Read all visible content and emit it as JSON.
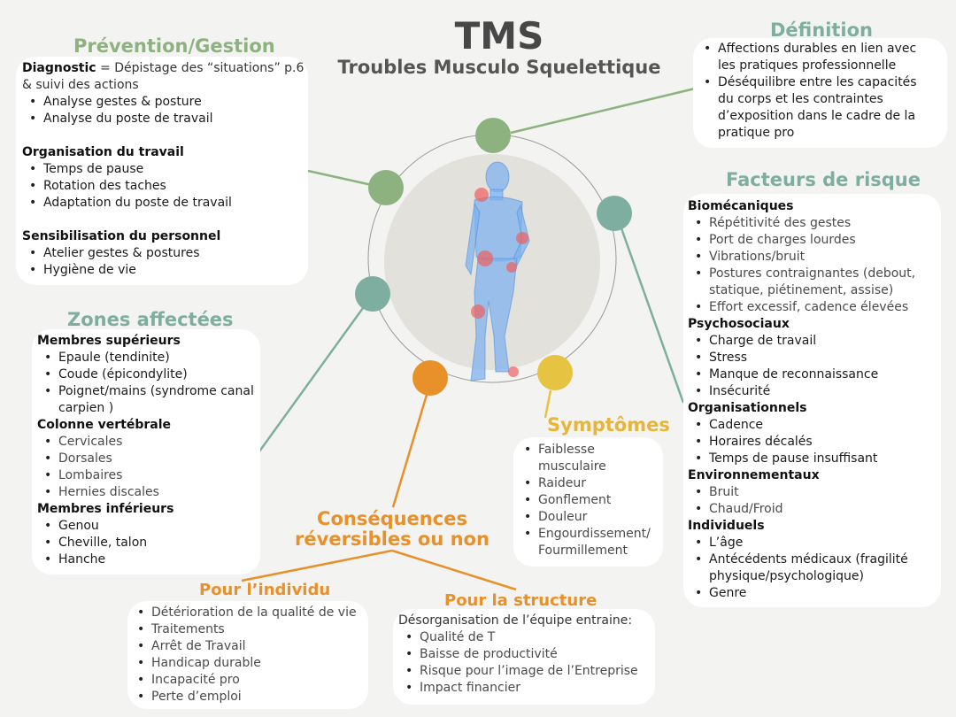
{
  "header": {
    "title": "TMS",
    "subtitle": "Troubles Musculo Squelettique"
  },
  "colors": {
    "green": "#8db27f",
    "teal": "#7eae9f",
    "orange": "#e8902a",
    "yellow": "#e6c340",
    "bg": "#f3f3f2",
    "disk": "#e3e1dc"
  },
  "prevention": {
    "title": "Prévention/Gestion",
    "groups": [
      {
        "heading": "Diagnostic",
        "intro": " = Dépistage des “situations” p.6 & suivi des actions",
        "tone": "dark",
        "items": [
          "Analyse gestes & posture",
          "Analyse du poste de travail"
        ]
      },
      {
        "heading": "Organisation du travail",
        "tone": "dark",
        "items": [
          "Temps de pause",
          "Rotation des taches",
          "Adaptation du poste de travail"
        ]
      },
      {
        "heading": "Sensibilisation du personnel",
        "tone": "dark",
        "items": [
          "Atelier gestes & postures",
          "Hygiène de vie"
        ]
      }
    ]
  },
  "definition": {
    "title": "Définition",
    "groups": [
      {
        "tone": "dark",
        "items": [
          "Affections durables en lien avec les pratiques professionnelle",
          "Déséquilibre entre les capacités du corps et les contraintes d’exposition dans le cadre de la pratique pro"
        ]
      }
    ]
  },
  "facteurs": {
    "title": "Facteurs de risque",
    "groups": [
      {
        "heading": "Biomécaniques",
        "tone": "light",
        "items": [
          "Répétitivité des gestes",
          "Port de charges lourdes",
          "Vibrations/bruit",
          "Postures contraignantes (debout, statique, piétinement, assise)",
          "Effort excessif, cadence élevées"
        ]
      },
      {
        "heading": "Psychosociaux",
        "tone": "dark",
        "items": [
          "Charge de travail",
          "Stress",
          "Manque de reconnaissance",
          "Insécurité"
        ]
      },
      {
        "heading": "Organisationnels",
        "tone": "dark",
        "items": [
          "Cadence",
          "Horaires décalés",
          "Temps de pause insuffisant"
        ]
      },
      {
        "heading": "Environnementaux",
        "tone": "light",
        "items": [
          "Bruit",
          "Chaud/Froid"
        ]
      },
      {
        "heading": "Individuels",
        "tone": "dark",
        "items": [
          "L’âge",
          "Antécédents médicaux (fragilité physique/psychologique)",
          "Genre"
        ]
      }
    ]
  },
  "zones": {
    "title": "Zones affectées",
    "groups": [
      {
        "heading": "Membres supérieurs",
        "tone": "dark",
        "items": [
          "Epaule (tendinite)",
          "Coude (épicondylite)",
          "Poignet/mains (syndrome canal carpien )"
        ]
      },
      {
        "heading": "Colonne vertébrale",
        "tone": "light",
        "items": [
          "Cervicales",
          "Dorsales",
          "Lombaires",
          "Hernies discales"
        ]
      },
      {
        "heading": "Membres inférieurs",
        "tone": "dark",
        "items": [
          "Genou",
          "Cheville, talon",
          "Hanche"
        ]
      }
    ]
  },
  "symptomes": {
    "title": "Symptômes",
    "groups": [
      {
        "tone": "light",
        "items": [
          "Faiblesse musculaire",
          "Raideur",
          "Gonflement",
          "Douleur",
          "Engourdissement/ Fourmillement"
        ]
      }
    ]
  },
  "consequences": {
    "title_line1": "Conséquences",
    "title_line2": "réversibles ou non",
    "individu": {
      "title": "Pour l’individu",
      "groups": [
        {
          "tone": "light",
          "items": [
            "Détérioration de la qualité de vie",
            "Traitements",
            "Arrêt de Travail",
            "Handicap durable",
            "Incapacité pro",
            "Perte d’emploi"
          ]
        }
      ]
    },
    "structure": {
      "title": "Pour la structure",
      "groups": [
        {
          "intro": "Désorganisation de l’équipe entraine:",
          "tone": "light",
          "items": [
            "Qualité de T",
            "Baisse de productivité",
            "Risque pour l’image de l’Entreprise",
            "Impact financier"
          ]
        }
      ]
    }
  }
}
